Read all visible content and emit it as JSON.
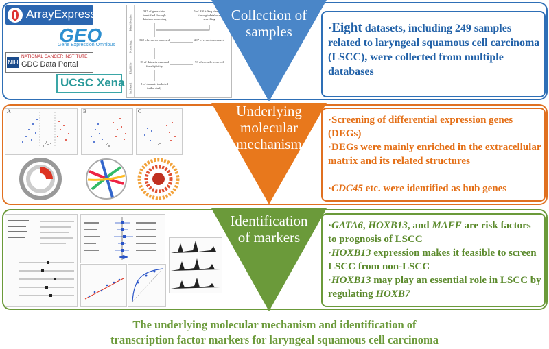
{
  "logos": {
    "arrayexpress": "ArrayExpress",
    "geo": "GEO",
    "geo_sub": "Gene Expression Omnibus",
    "nih": "NIH",
    "nci_line1": "NATIONAL CANCER INSTITUTE",
    "nci_line2": "GDC Data Portal",
    "ucsc": "UCSC Xena"
  },
  "flow": {
    "stage_labels": [
      "Identification",
      "Screening",
      "Eligibility",
      "Included"
    ],
    "step_a": "337 of gene chips identified through database searching",
    "step_b": "5 of RNA-Seq identified through database searching",
    "step_c": "342 of records screened",
    "step_d": "297 of records removed",
    "step_e": "18 of datasets assessed for eligibility",
    "step_f": "93 of records removed",
    "step_g": "8 of datasets included in the study"
  },
  "sections": [
    {
      "title_lines": [
        "Collection of",
        "samples"
      ],
      "color": "#4a86c8"
    },
    {
      "title_lines": [
        "Underlying",
        "molecular",
        "mechanism"
      ],
      "color": "#e8781c"
    },
    {
      "title_lines": [
        "Identification",
        "of markers"
      ],
      "color": "#6b9a3a"
    }
  ],
  "box1": {
    "b1_prefix": "·",
    "b1_bold": "Eight",
    "b1_rest": " datasets, including 249 samples related to laryngeal squamous cell carcinoma (LSCC), were collected from multiple databases"
  },
  "box2": {
    "b1": "·Screening of differential expression genes (DEGs)",
    "b2": "·DEGs were mainly enriched in the extracellular matrix and its related structures",
    "b3_prefix": "·",
    "b3_italic": "CDC45",
    "b3_rest": " etc. were identified as hub genes"
  },
  "box3": {
    "b1_prefix": "·",
    "b1_g1": "GATA6",
    "b1_sep1": ", ",
    "b1_g2": "HOXB13",
    "b1_sep2": ", and ",
    "b1_g3": "MAFF",
    "b1_rest": " are risk factors to prognosis of LSCC",
    "b2_prefix": "·",
    "b2_g": "HOXB13",
    "b2_rest": " expression makes it feasible to screen LSCC from non-LSCC",
    "b3_prefix": "·",
    "b3_g": "HOXB13",
    "b3_mid": " may play an essential role in LSCC by regulating ",
    "b3_g2": "HOXB7"
  },
  "thumb_labels": {
    "a": "A",
    "b": "B",
    "c": "C"
  },
  "footer": {
    "line1": "The underlying molecular mechanism and identification of",
    "line2": "transcription factor markers for laryngeal squamous cell carcinoma"
  }
}
